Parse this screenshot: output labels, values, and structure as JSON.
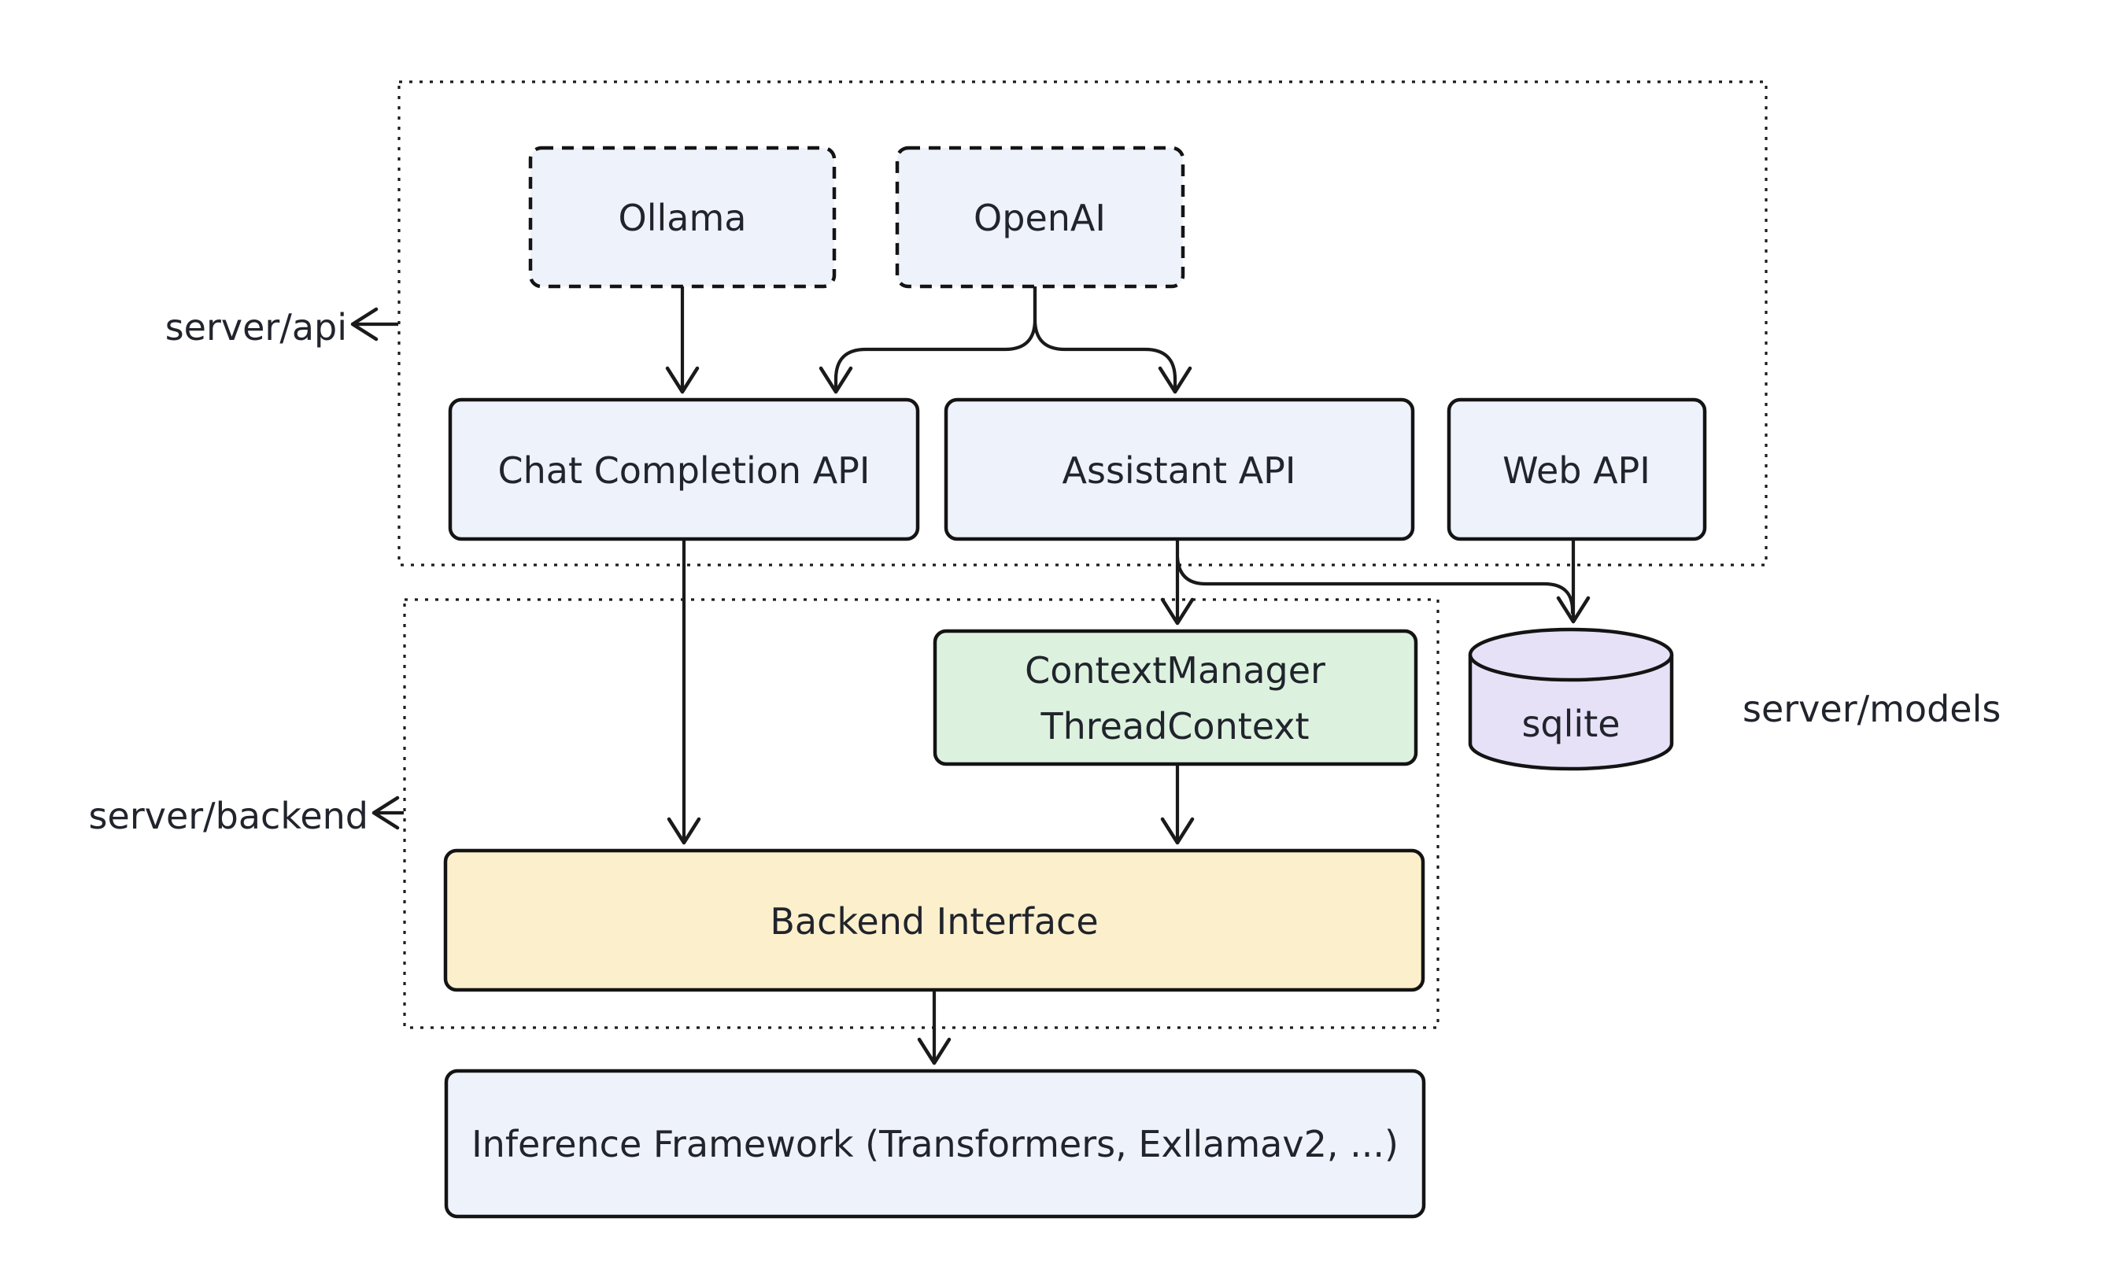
{
  "diagram": {
    "type": "flowchart",
    "containers": {
      "api": {
        "label": "server/api"
      },
      "backend": {
        "label": "server/backend"
      }
    },
    "nodes": {
      "ollama": {
        "label": "Ollama",
        "style": "dashed"
      },
      "openai": {
        "label": "OpenAI",
        "style": "dashed"
      },
      "chat_completion_api": {
        "label": "Chat Completion API"
      },
      "assistant_api": {
        "label": "Assistant API"
      },
      "web_api": {
        "label": "Web API"
      },
      "context_manager": {
        "line1": "ContextManager",
        "line2": "ThreadContext"
      },
      "sqlite": {
        "label": "sqlite",
        "shape": "cylinder"
      },
      "backend_interface": {
        "label": "Backend Interface"
      },
      "inference_framework": {
        "label": "Inference Framework (Transformers, Exllamav2, ...)"
      }
    },
    "side_labels": {
      "models": "server/models"
    },
    "edges": [
      {
        "from": "Ollama",
        "to": "Chat Completion API"
      },
      {
        "from": "OpenAI",
        "to": "Chat Completion API"
      },
      {
        "from": "OpenAI",
        "to": "Assistant API"
      },
      {
        "from": "Chat Completion API",
        "to": "Backend Interface"
      },
      {
        "from": "Assistant API",
        "to": "ContextManager / ThreadContext"
      },
      {
        "from": "Assistant API",
        "to": "sqlite"
      },
      {
        "from": "Web API",
        "to": "sqlite"
      },
      {
        "from": "ContextManager / ThreadContext",
        "to": "Backend Interface"
      },
      {
        "from": "Backend Interface",
        "to": "Inference Framework (Transformers, Exllamav2, ...)"
      }
    ],
    "colors": {
      "node_blue": "#EEF2FB",
      "node_green": "#DCF2DF",
      "node_purple": "#E7E1F8",
      "node_yellow": "#FCF0CC",
      "line": "#1A1A1A",
      "text": "#21242C",
      "background": "#FFFFFF"
    }
  }
}
